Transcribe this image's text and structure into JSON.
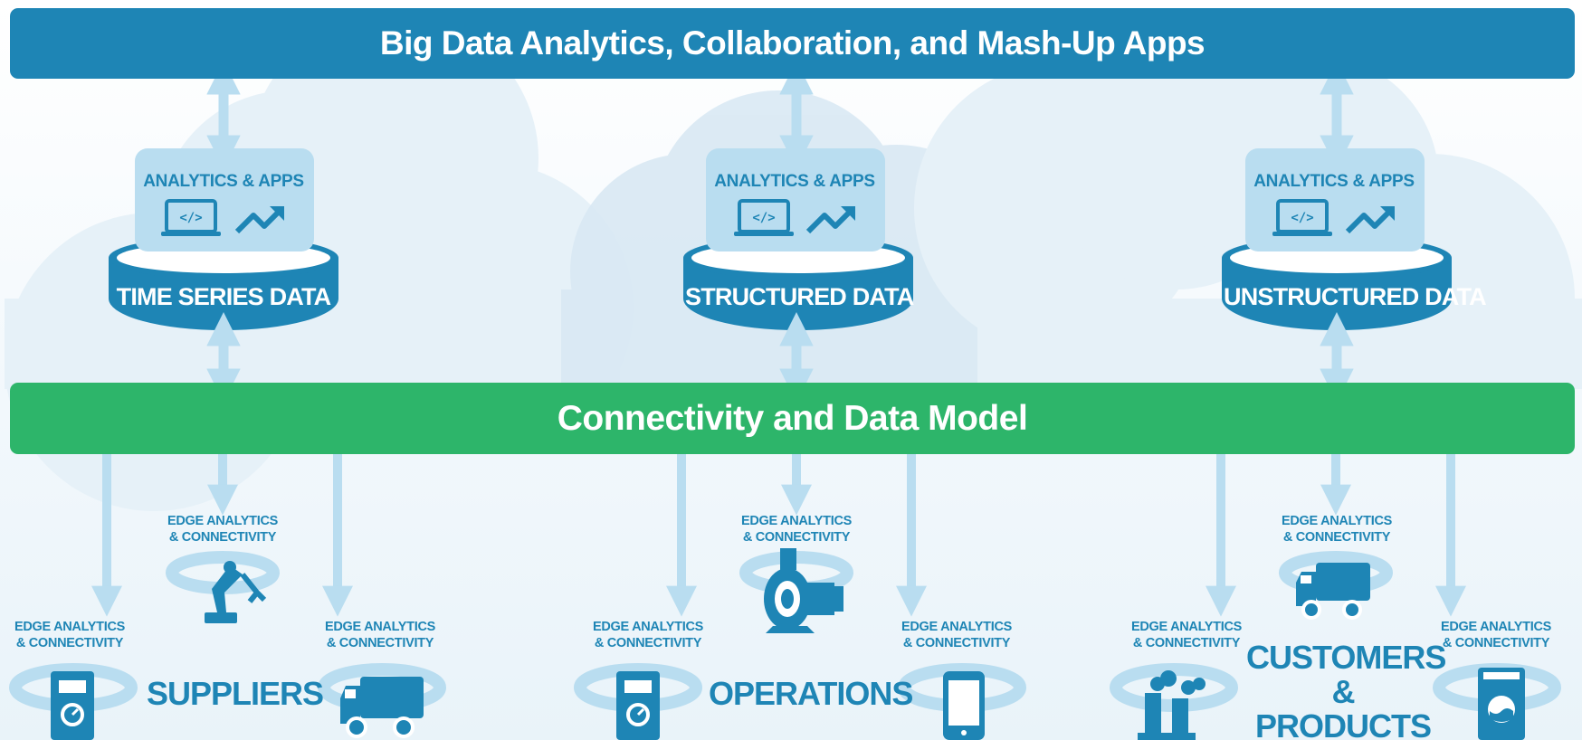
{
  "colors": {
    "primary_blue": "#1e85b5",
    "light_blue": "#b9ddf0",
    "green": "#2db56a",
    "cloud": "#e6f1f8"
  },
  "top_bar": {
    "label": "Big Data Analytics, Collaboration, and Mash-Up Apps"
  },
  "middle_bar": {
    "label": "Connectivity and Data Model"
  },
  "data_stores": [
    {
      "apps_label": "ANALYTICS & APPS",
      "db_label": "TIME SERIES DATA",
      "icons": [
        "laptop-code-icon",
        "trend-up-icon"
      ]
    },
    {
      "apps_label": "ANALYTICS & APPS",
      "db_label": "STRUCTURED DATA",
      "icons": [
        "laptop-code-icon",
        "trend-up-icon"
      ]
    },
    {
      "apps_label": "ANALYTICS & APPS",
      "db_label": "UNSTRUCTURED DATA",
      "icons": [
        "laptop-code-icon",
        "trend-up-icon"
      ]
    }
  ],
  "edge_label": "EDGE ANALYTICS\n& CONNECTIVITY",
  "groups": [
    {
      "label": "SUPPLIERS",
      "devices": [
        "meter-icon",
        "robot-arm-icon",
        "truck-icon"
      ]
    },
    {
      "label": "OPERATIONS",
      "devices": [
        "meter-icon",
        "pump-icon",
        "smartphone-icon"
      ]
    },
    {
      "label": "CUSTOMERS\n& PRODUCTS",
      "devices": [
        "factory-icon",
        "truck-icon",
        "washing-machine-icon"
      ]
    }
  ]
}
